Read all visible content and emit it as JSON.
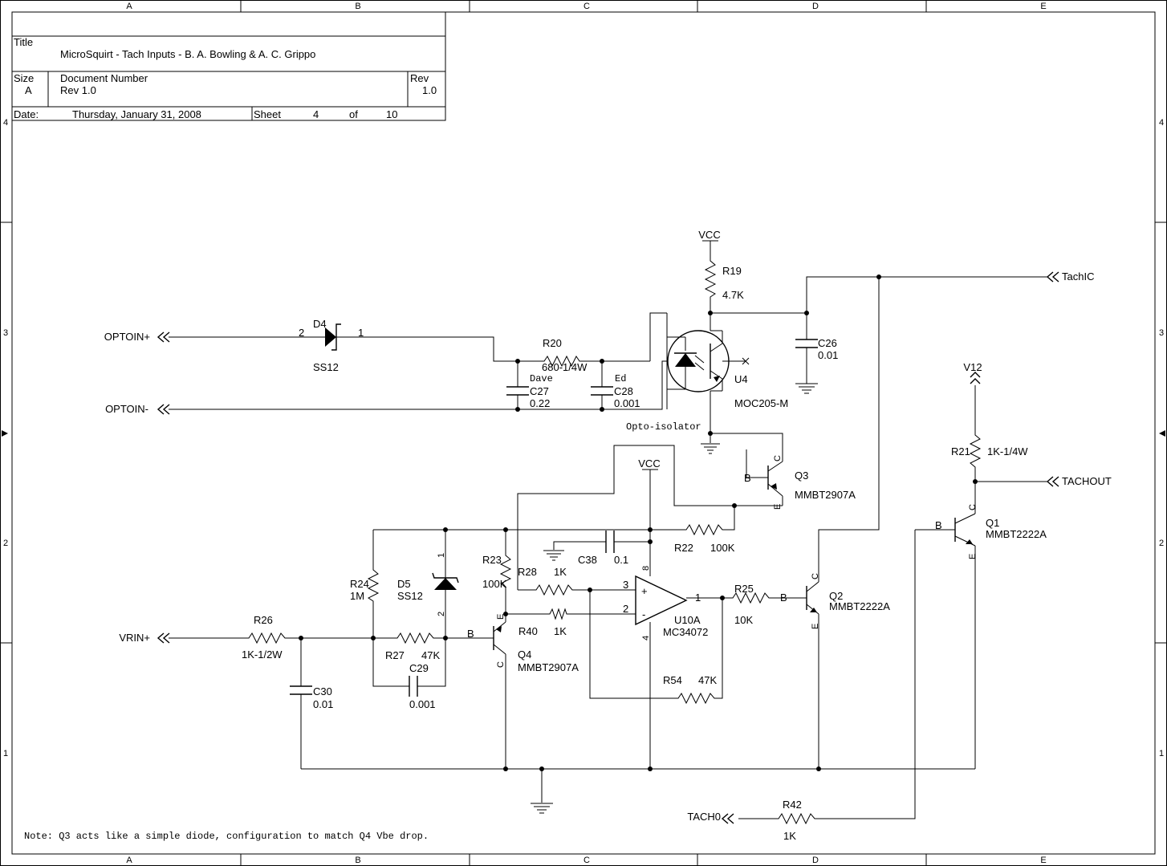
{
  "border": {
    "cols": [
      "A",
      "B",
      "C",
      "D",
      "E"
    ],
    "rows": [
      "4",
      "3",
      "2",
      "1"
    ]
  },
  "title_block": {
    "title_label": "Title",
    "title": "MicroSquirt - Tach Inputs - B. A. Bowling & A. C. Grippo",
    "size_label": "Size",
    "size": "A",
    "docnum_label": "Document Number",
    "docnum": "Rev 1.0",
    "rev_label": "Rev",
    "rev": "1.0",
    "date_label": "Date:",
    "date": "Thursday, January 31, 2008",
    "sheet_label": "Sheet",
    "sheet": "4",
    "of_label": "of",
    "sheet_total": "10"
  },
  "ports": {
    "optoin_p": "OPTOIN+",
    "optoin_m": "OPTOIN-",
    "vrin_p": "VRIN+",
    "tach0": "TACH0",
    "tachic": "TachIC",
    "tachout": "TACHOUT"
  },
  "power": {
    "vcc_1": "VCC",
    "vcc_2": "VCC",
    "v12": "V12"
  },
  "components": {
    "d4": {
      "ref": "D4",
      "value": "SS12",
      "pin_a": "2",
      "pin_k": "1"
    },
    "d5": {
      "ref": "D5",
      "value": "SS12",
      "pin_1": "1",
      "pin_2": "2"
    },
    "r19": {
      "ref": "R19",
      "value": "4.7K"
    },
    "r20": {
      "ref": "R20",
      "value": "680-1/4W"
    },
    "r21": {
      "ref": "R21",
      "value": "1K-1/4W"
    },
    "r22": {
      "ref": "R22",
      "value": "100K"
    },
    "r23": {
      "ref": "R23",
      "value": "100K"
    },
    "r24": {
      "ref": "R24",
      "value": "1M"
    },
    "r25": {
      "ref": "R25",
      "value": "10K"
    },
    "r26": {
      "ref": "R26",
      "value": "1K-1/2W"
    },
    "r27": {
      "ref": "R27",
      "value": "47K"
    },
    "r28": {
      "ref": "R28",
      "value": "1K"
    },
    "r40": {
      "ref": "R40",
      "value": "1K"
    },
    "r42": {
      "ref": "R42",
      "value": "1K"
    },
    "r54": {
      "ref": "R54",
      "value": "47K"
    },
    "c26": {
      "ref": "C26",
      "value": "0.01"
    },
    "c27": {
      "ref": "C27",
      "value": "0.22",
      "note": "Dave"
    },
    "c28": {
      "ref": "C28",
      "value": "0.001",
      "note": "Ed"
    },
    "c29": {
      "ref": "C29",
      "value": "0.001"
    },
    "c30": {
      "ref": "C30",
      "value": "0.01"
    },
    "c38": {
      "ref": "C38",
      "value": "0.1"
    },
    "u4": {
      "ref": "U4",
      "value": "MOC205-M",
      "desc": "Opto-isolator"
    },
    "u10a": {
      "ref": "U10A",
      "value": "MC34072",
      "pin_plus": "3",
      "pin_minus": "2",
      "pin_out": "1",
      "pin_vcc": "8",
      "pin_gnd": "4",
      "plus_sign": "+",
      "minus_sign": "-"
    },
    "q1": {
      "ref": "Q1",
      "value": "MMBT2222A",
      "b": "B",
      "c": "C",
      "e": "E"
    },
    "q2": {
      "ref": "Q2",
      "value": "MMBT2222A",
      "b": "B",
      "c": "C",
      "e": "E"
    },
    "q3": {
      "ref": "Q3",
      "value": "MMBT2907A",
      "b": "B",
      "c": "C",
      "e": "E"
    },
    "q4": {
      "ref": "Q4",
      "value": "MMBT2907A",
      "b": "B",
      "c": "C",
      "e": "E"
    }
  },
  "note": "Note: Q3 acts like a simple diode, configuration to match Q4 Vbe drop."
}
